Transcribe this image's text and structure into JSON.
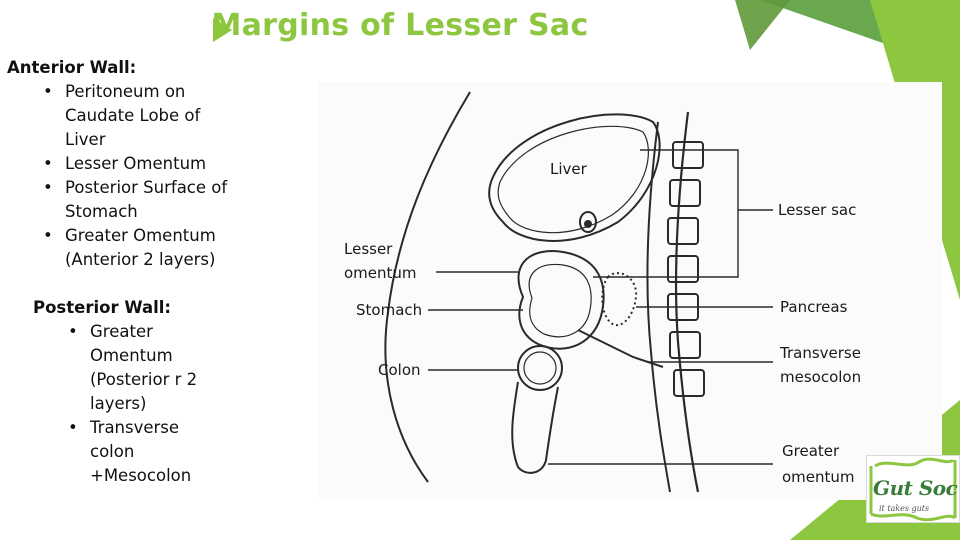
{
  "slide": {
    "title": "Margins of Lesser Sac",
    "accent_color": "#8dc63f"
  },
  "anterior": {
    "heading": "Anterior Wall:",
    "items": [
      [
        "Peritoneum on",
        "Caudate Lobe of",
        "Liver"
      ],
      [
        "Lesser Omentum"
      ],
      [
        "Posterior Surface of",
        "Stomach"
      ],
      [
        "Greater Omentum",
        "(Anterior 2 layers)"
      ]
    ]
  },
  "posterior": {
    "heading": "Posterior Wall:",
    "items": [
      [
        "Greater",
        "Omentum",
        "(Posterior r 2",
        "layers)"
      ],
      [
        "Transverse",
        "colon",
        "+Mesocolon"
      ]
    ]
  },
  "figure": {
    "labels": {
      "liver": "Liver",
      "lesser_omentum_1": "Lesser",
      "lesser_omentum_2": "omentum",
      "stomach": "Stomach",
      "colon": "Colon",
      "lesser_sac": "Lesser sac",
      "pancreas": "Pancreas",
      "transverse_mesocolon_1": "Transverse",
      "transverse_mesocolon_2": "mesocolon",
      "greater_omentum_1": "Greater",
      "greater_omentum_2": "omentum"
    }
  },
  "logo": {
    "title": "Gut Soc",
    "tagline": "it takes guts"
  }
}
